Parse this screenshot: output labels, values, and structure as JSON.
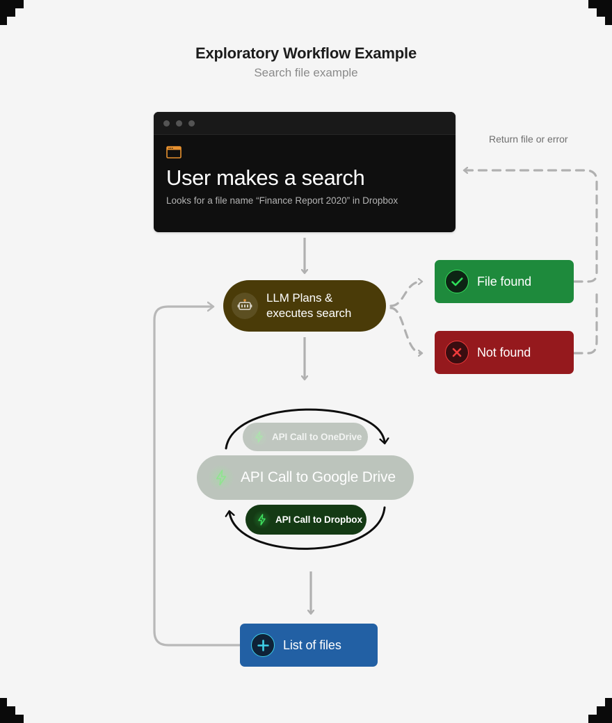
{
  "header": {
    "title": "Exploratory Workflow Example",
    "subtitle": "Search file example"
  },
  "window_card": {
    "icon": "browser-window-icon",
    "dots": [
      "dot-1",
      "dot-2",
      "dot-3"
    ],
    "heading": "User makes a search",
    "description": "Looks for a file name “Finance Report 2020” in Dropbox",
    "background_color": "#0f0f0f",
    "icon_color": "#e8912f"
  },
  "llm_node": {
    "icon": "robot-icon",
    "label": "LLM Plans & executes search",
    "label_line1": "LLM Plans &",
    "label_line2": "executes search",
    "background_color": "#4a3b08"
  },
  "results": [
    {
      "id": "file-found",
      "label": "File found",
      "icon": "check-circle-icon",
      "background_color": "#1e8a3c",
      "accent_color": "#36e05c"
    },
    {
      "id": "not-found",
      "label": "Not found",
      "icon": "x-circle-icon",
      "background_color": "#95191d",
      "accent_color": "#ef3b3b"
    }
  ],
  "return_path": {
    "label": "Return file or error",
    "style": "dashed",
    "color": "#b0b0b0"
  },
  "api_carousel": [
    {
      "id": "onedrive",
      "label": "API Call to OneDrive",
      "icon": "lightning-bolt-icon",
      "state": "inactive",
      "background_color": "#b7bfb7"
    },
    {
      "id": "google-drive",
      "label": "API Call to Google Drive",
      "icon": "lightning-bolt-icon",
      "state": "active",
      "background_color": "#bcc4bc"
    },
    {
      "id": "dropbox",
      "label": "API Call to Dropbox",
      "icon": "lightning-bolt-icon",
      "state": "inactive",
      "background_color": "#143a14"
    }
  ],
  "output_node": {
    "label": "List of files",
    "icon": "plus-circle-icon",
    "background_color": "#2260a4",
    "accent_color": "#3fd0e8"
  },
  "connectors": {
    "arrow_color": "#b0b0b0",
    "loop_color": "#b8b8b8",
    "carousel_loop_color": "#111111"
  }
}
